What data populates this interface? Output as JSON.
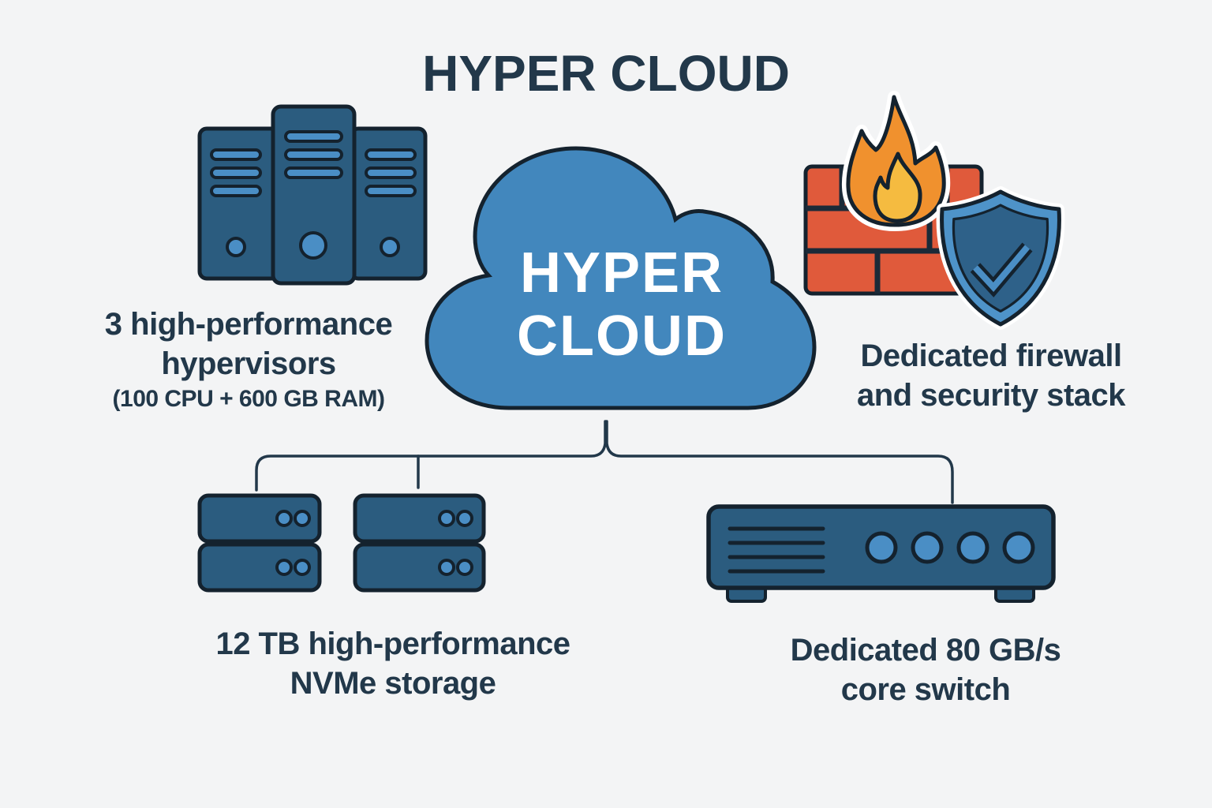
{
  "title": "HYPER CLOUD",
  "cloud": {
    "line1": "HYPER",
    "line2": "CLOUD"
  },
  "hypervisors": {
    "caption_line1": "3 high-performance",
    "caption_line2": "hypervisors",
    "caption_line3": "(100 CPU + 600 GB RAM)"
  },
  "security": {
    "caption_line1": "Dedicated firewall",
    "caption_line2": "and security stack"
  },
  "storage": {
    "caption_line1": "12 TB high-performance",
    "caption_line2": "NVMe storage"
  },
  "core_switch": {
    "caption_line1": "Dedicated 80 GB/s",
    "caption_line2": "core switch"
  },
  "icons": {
    "hypervisors": "server-rack-icon",
    "cloud": "cloud-icon",
    "security_firewall": "firewall-fire-icon",
    "security_shield": "shield-check-icon",
    "storage": "storage-array-icon",
    "core_switch": "network-switch-icon"
  },
  "colors": {
    "background": "#f3f4f5",
    "text": "#22384a",
    "outline": "#14222e",
    "device_blue": "#2b5c7f",
    "accent_blue": "#4a8ec5",
    "cloud_blue": "#4287bd",
    "brick_red": "#e05a3b",
    "flame_orange": "#f0912e",
    "flame_yellow": "#f5bb40",
    "shield_light": "#4e93c9",
    "shield_dark": "#2e6189",
    "label_white": "#ffffff"
  }
}
